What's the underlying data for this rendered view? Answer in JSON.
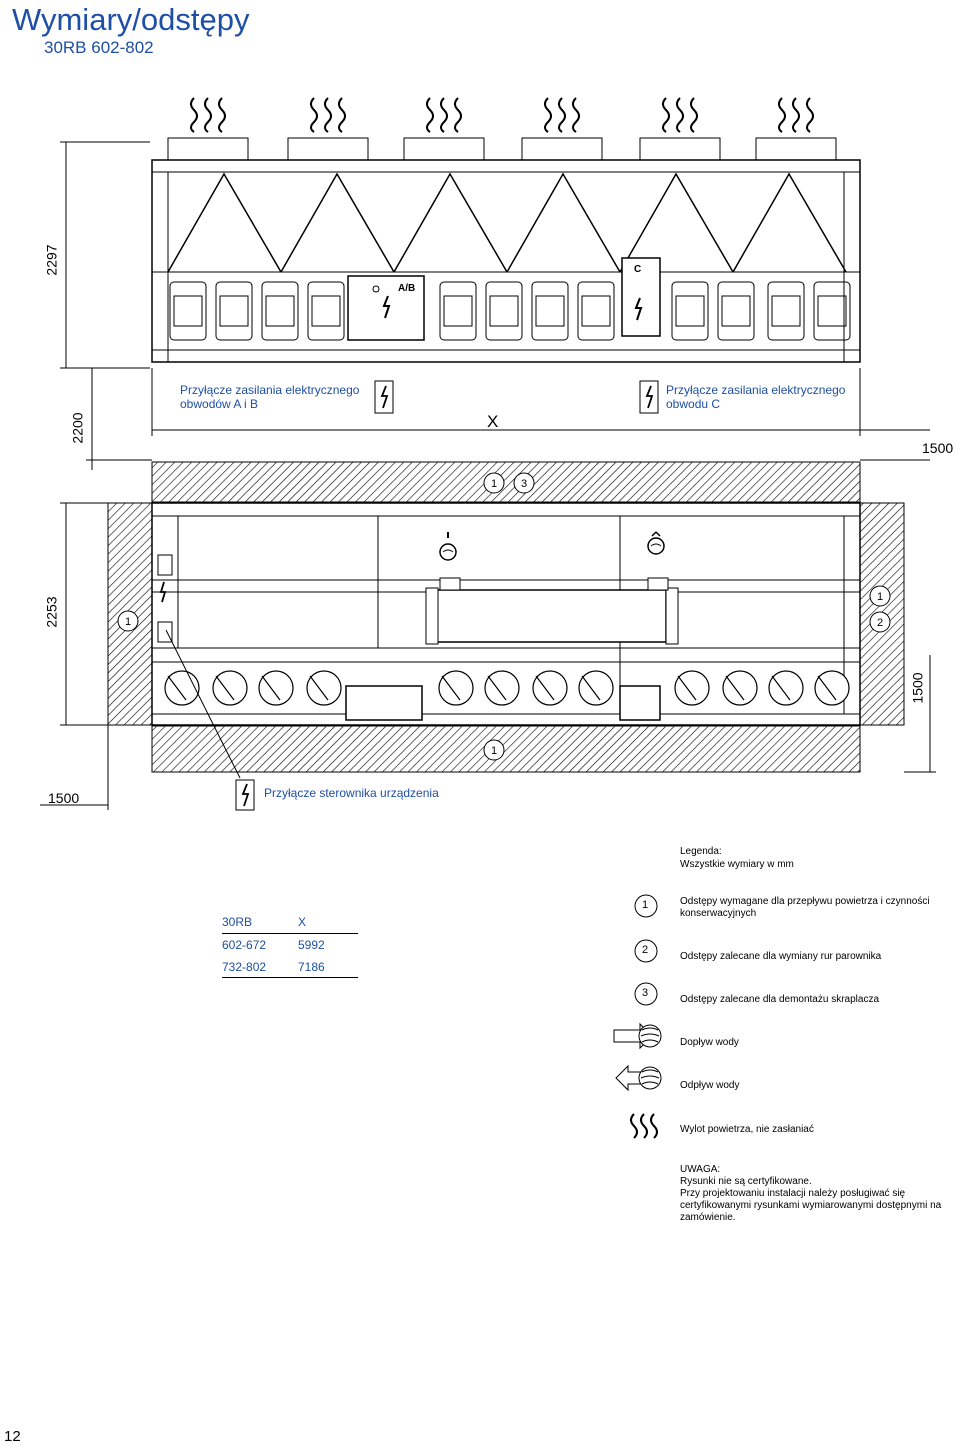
{
  "header": {
    "title": "Wymiary/odstępy",
    "subtitle": "30RB 602-802"
  },
  "dimensions": {
    "height_unit": "2297",
    "height_clearance_top": "2200",
    "width_x": "X",
    "clearance_right_top": "1500",
    "depth_unit": "2253",
    "clearance_right_side": "1500",
    "clearance_left_bottom": "1500"
  },
  "callouts": {
    "power_ab": "Przyłącze zasilania elektrycznego\nobwodów A i B",
    "power_c": "Przyłącze zasilania elektrycznego\nobwodu C",
    "controller": "Przyłącze sterownika urządzenia"
  },
  "panel_labels": {
    "ab": "A/B",
    "c": "C"
  },
  "markers": [
    "1",
    "2",
    "3"
  ],
  "legend": {
    "title": "Legenda:",
    "units": "Wszystkie wymiary w mm",
    "items": [
      {
        "symbol": "1",
        "text": "Odstępy wymagane dla przepływu powietrza i czynności konserwacyjnych"
      },
      {
        "symbol": "2",
        "text": "Odstępy zalecane dla wymiany rur parownika"
      },
      {
        "symbol": "3",
        "text": "Odstępy zalecane dla demontażu skraplacza"
      },
      {
        "symbol": "water-in-icon",
        "text": "Dopływ wody"
      },
      {
        "symbol": "water-out-icon",
        "text": "Odpływ wody"
      },
      {
        "symbol": "air-outlet-icon",
        "text": "Wylot powietrza, nie zasłaniać"
      }
    ]
  },
  "x_table": {
    "headers": [
      "30RB",
      "X"
    ],
    "rows": [
      [
        "602-672",
        "5992"
      ],
      [
        "732-802",
        "7186"
      ]
    ]
  },
  "warning": {
    "title": "UWAGA:",
    "line1": "Rysunki nie są certyfikowane.",
    "line2": "Przy projektowaniu instalacji należy posługiwać się certyfikowanymi rysunkami wymiarowanymi dostępnymi na zamówienie."
  },
  "page_number": "12",
  "colors": {
    "title": "#1e4fa6",
    "line": "#000000",
    "hatch": "#000000"
  }
}
